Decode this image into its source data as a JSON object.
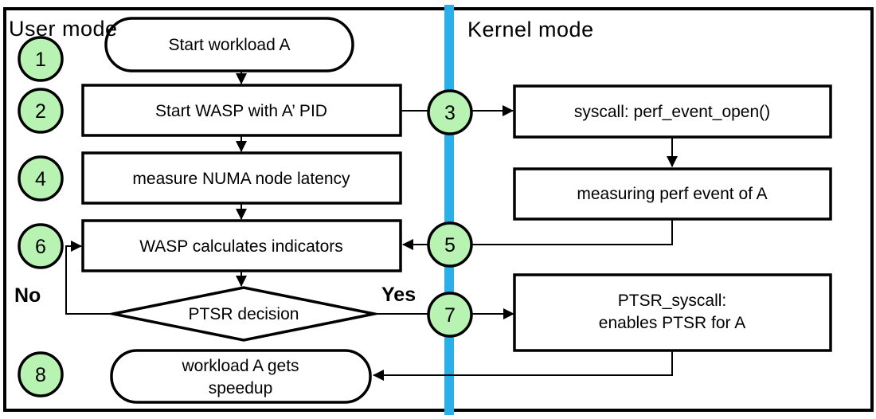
{
  "regions": {
    "user_mode_label": "User mode",
    "kernel_mode_label": "Kernel mode"
  },
  "branch_labels": {
    "no": "No",
    "yes": "Yes"
  },
  "steps": {
    "s1": "1",
    "s2": "2",
    "s3": "3",
    "s4": "4",
    "s5": "5",
    "s6": "6",
    "s7": "7",
    "s8": "8"
  },
  "nodes": {
    "start_workload": "Start workload A",
    "start_wasp": "Start WASP with A’ PID",
    "measure_numa": "measure NUMA node latency",
    "wasp_calculates": "WASP calculates indicators",
    "ptsr_decision": "PTSR decision",
    "workload_speedup_line1": "workload A gets",
    "workload_speedup_line2": "speedup",
    "syscall_perf": "syscall: perf_event_open()",
    "measuring_perf": "measuring perf event of A",
    "ptsr_syscall_line1": "PTSR_syscall:",
    "ptsr_syscall_line2": "enables PTSR for A"
  },
  "colors": {
    "step_circle_fill": "#b9f3b4",
    "mode_divider": "#29b0e8",
    "outline": "#000000",
    "background": "#ffffff"
  }
}
